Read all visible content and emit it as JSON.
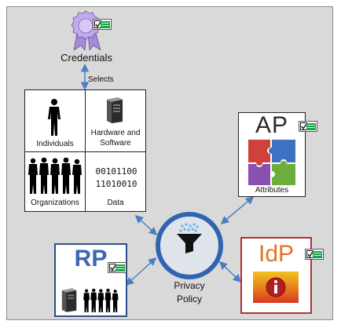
{
  "credentials": {
    "label": "Credentials"
  },
  "connector": {
    "label": "Selects"
  },
  "matrix": {
    "cells": [
      {
        "label": "Individuals"
      },
      {
        "label": "Hardware and Software"
      },
      {
        "label": "Organizations"
      },
      {
        "label": "Data"
      }
    ],
    "binary": [
      "00101100",
      "11010010"
    ]
  },
  "ap": {
    "title": "AP",
    "label": "Attributes"
  },
  "rp": {
    "title": "RP"
  },
  "idp": {
    "title": "IdP"
  },
  "center": {
    "label_line1": "Privacy",
    "label_line2": "Policy"
  },
  "colors": {
    "panel": "#d9d9d9",
    "connector_blue": "#4a7fc1",
    "ring_blue": "#2f64b0",
    "rp_border": "#2b4f8a",
    "idp_border": "#b33030",
    "idp_text": "#e8702a",
    "puzzle_red": "#d0413a",
    "puzzle_blue": "#3d72c2",
    "puzzle_purple": "#8a4fb0",
    "puzzle_green": "#6cae3a",
    "ribbon_purple": "#b79be0"
  }
}
